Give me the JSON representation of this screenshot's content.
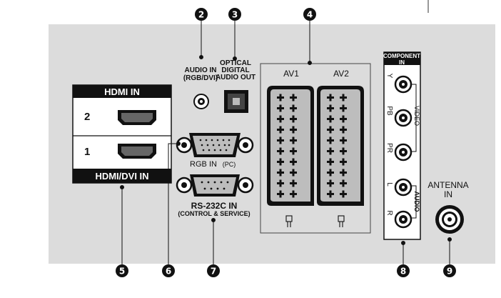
{
  "callouts": {
    "c2": "2",
    "c3": "3",
    "c4": "4",
    "c5": "5",
    "c6": "6",
    "c7": "7",
    "c8": "8",
    "c9": "9"
  },
  "hdmi": {
    "top_label": "HDMI IN",
    "bottom_label": "HDMI/DVI IN",
    "port2": "2",
    "port1": "1"
  },
  "audio_in": {
    "line1": "AUDIO IN",
    "line2": "(RGB/DVI)"
  },
  "optical": {
    "line1": "OPTICAL",
    "line2": "DIGITAL",
    "line3": "AUDIO OUT"
  },
  "rgb": {
    "label": "RGB IN",
    "suffix": "(PC)"
  },
  "rs232": {
    "line1": "RS-232C IN",
    "line2": "(CONTROL & SERVICE)"
  },
  "av": {
    "av1": "AV1",
    "av2": "AV2"
  },
  "component": {
    "title1": "COMPONENT",
    "title2": "IN",
    "y": "Y",
    "pb": "PB",
    "pr": "PR",
    "video": "VIDEO",
    "l": "L",
    "r": "R",
    "audio": "AUDIO"
  },
  "antenna": {
    "line1": "ANTENNA",
    "line2": "IN"
  },
  "colors": {
    "panel": "#dcdcdc",
    "dark": "#111111",
    "white": "#ffffff",
    "port_fill": "#bdbdbd"
  },
  "icons": [
    "scart-ground-icon",
    "scart-ground-icon"
  ]
}
